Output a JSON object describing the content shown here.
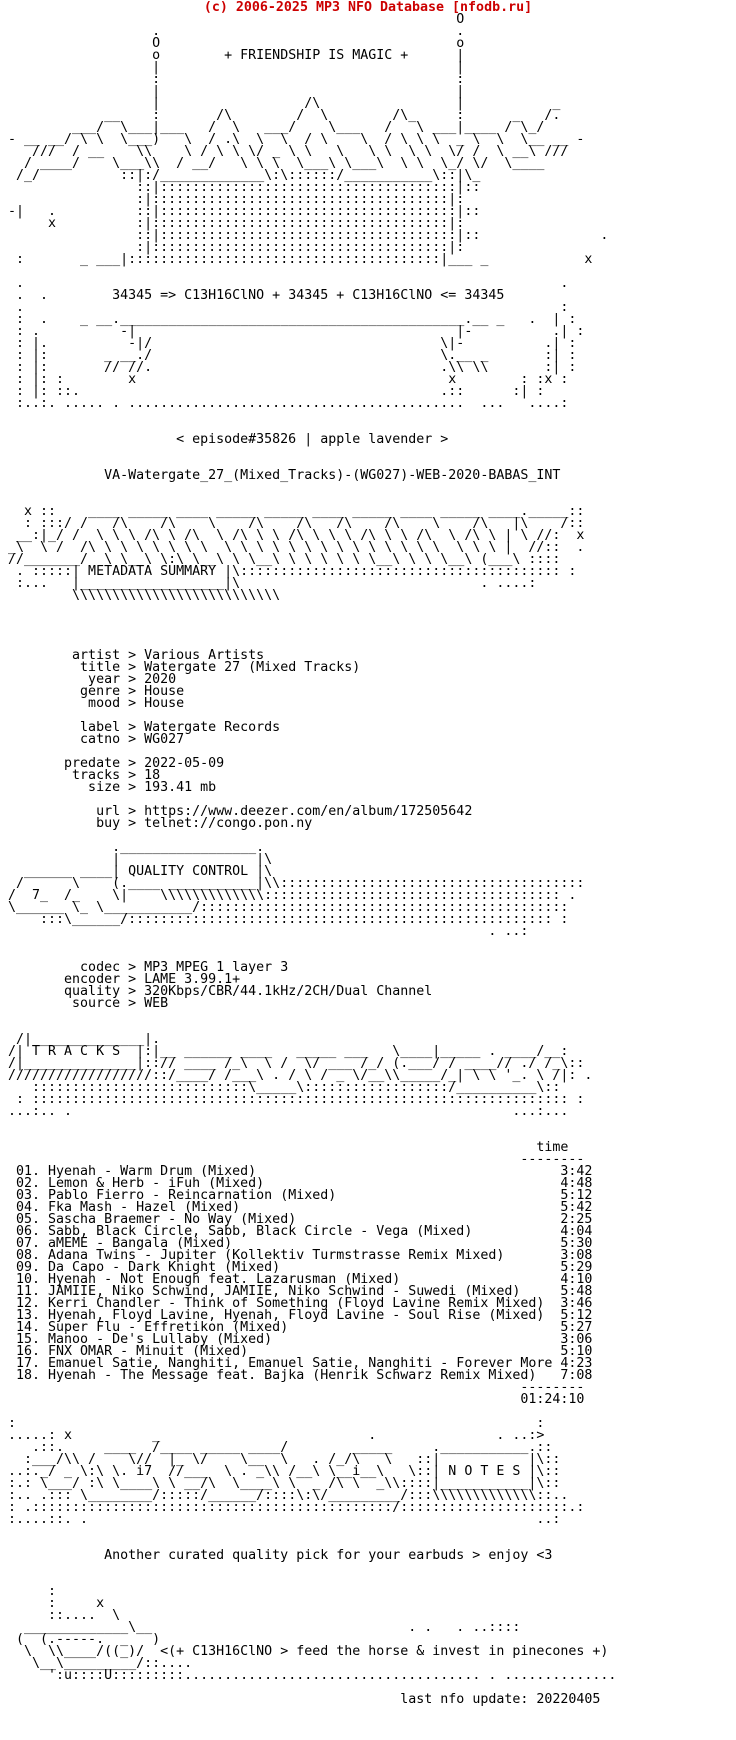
{
  "palette": {
    "background": "#ffffff",
    "text": "#000000",
    "header_red": "#cc0000"
  },
  "header": {
    "copyright": "(c) 2006-2025 MP3 NFO Database [nfodb.ru]"
  },
  "banner": {
    "tagline": "+ FRIENDSHIP IS MAGIC +",
    "formula": "34345 => C13H16ClNO + 34345 + C13H16ClNO <= 34345",
    "episode": "< episode#35826 | apple lavender >",
    "release_name": "VA-Watergate_27_(Mixed_Tracks)-(WG027)-WEB-2020-BABAS_INT"
  },
  "sections": {
    "metadata_summary": {
      "title": "METADATA SUMMARY",
      "groups": [
        [
          {
            "label": "artist",
            "value": "Various Artists"
          },
          {
            "label": "title",
            "value": "Watergate 27 (Mixed Tracks)"
          },
          {
            "label": "year",
            "value": "2020"
          },
          {
            "label": "genre",
            "value": "House"
          },
          {
            "label": "mood",
            "value": "House"
          }
        ],
        [
          {
            "label": "label",
            "value": "Watergate Records"
          },
          {
            "label": "catno",
            "value": "WG027"
          }
        ],
        [
          {
            "label": "predate",
            "value": "2022-05-09"
          },
          {
            "label": "tracks",
            "value": "18"
          },
          {
            "label": "size",
            "value": "193.41 mb"
          }
        ],
        [
          {
            "label": "url",
            "value": "https://www.deezer.com/en/album/172505642"
          },
          {
            "label": "buy",
            "value": "telnet://congo.pon.ny"
          }
        ]
      ]
    },
    "quality_control": {
      "title": "QUALITY CONTROL",
      "groups": [
        [
          {
            "label": "codec",
            "value": "MP3 MPEG 1 layer 3"
          },
          {
            "label": "encoder",
            "value": "LAME 3.99.1+"
          },
          {
            "label": "quality",
            "value": "320Kbps/CBR/44.1kHz/2CH/Dual Channel"
          },
          {
            "label": "source",
            "value": "WEB"
          }
        ]
      ]
    },
    "tracks": {
      "box_title": "T R A C K S",
      "time_header": "time",
      "items": [
        {
          "no": "01",
          "title": "Hyenah - Warm Drum (Mixed)",
          "time": "3:42"
        },
        {
          "no": "02",
          "title": "Lemon & Herb - iFuh (Mixed)",
          "time": "4:48"
        },
        {
          "no": "03",
          "title": "Pablo Fierro - Reincarnation (Mixed)",
          "time": "5:12"
        },
        {
          "no": "04",
          "title": "Fka Mash - Hazel (Mixed)",
          "time": "5:42"
        },
        {
          "no": "05",
          "title": "Sascha Braemer - No Way (Mixed)",
          "time": "2:25"
        },
        {
          "no": "06",
          "title": "Sabb, Black Circle, Sabb, Black Circle - Vega (Mixed)",
          "time": "4:04"
        },
        {
          "no": "07",
          "title": "aMEME - Bangala (Mixed)",
          "time": "5:30"
        },
        {
          "no": "08",
          "title": "Adana Twins - Jupiter (Kollektiv Turmstrasse Remix Mixed)",
          "time": "3:08"
        },
        {
          "no": "09",
          "title": "Da Capo - Dark Knight (Mixed)",
          "time": "5:29"
        },
        {
          "no": "10",
          "title": "Hyenah - Not Enough feat. Lazarusman (Mixed)",
          "time": "4:10"
        },
        {
          "no": "11",
          "title": "JAMIIE, Niko Schwind, JAMIIE, Niko Schwind - Suwedi (Mixed)",
          "time": "5:48"
        },
        {
          "no": "12",
          "title": "Kerri Chandler - Think of Something (Floyd Lavine Remix Mixed)",
          "time": "3:46"
        },
        {
          "no": "13",
          "title": "Hyenah, Floyd Lavine, Hyenah, Floyd Lavine - Soul Rise (Mixed)",
          "time": "5:12"
        },
        {
          "no": "14",
          "title": "Super Flu - Effretikon (Mixed)",
          "time": "5:27"
        },
        {
          "no": "15",
          "title": "Manoo - De's Lullaby (Mixed)",
          "time": "3:06"
        },
        {
          "no": "16",
          "title": "FNX OMAR - Minuit (Mixed)",
          "time": "5:10"
        },
        {
          "no": "17",
          "title": "Emanuel Satie, Nanghiti, Emanuel Satie, Nanghiti - Forever More",
          "time": "4:23"
        },
        {
          "no": "18",
          "title": "Hyenah - The Message feat. Bajka (Henrik Schwarz Remix Mixed)",
          "time": "7:08"
        }
      ],
      "total_time": "01:24:10"
    },
    "notes": {
      "box_title": "N O T E S",
      "text": "Another curated quality pick for your earbuds > enjoy <3"
    }
  },
  "footer": {
    "horse_caption": "<(+ C13H16ClNO > feed the horse & invest in pinecones +)",
    "last_update": "last nfo update: 20220405"
  },
  "ascii_art": {
    "top": [
      "                                                         O",
      "                   .                                     .",
      "                   O                                     o",
      "                   o        {tagline}      |",
      "                   |                                     |",
      "                   :                                     :",
      "                   |                                     |",
      "                   |                  /\\                 |           _",
      "             __    :       /\\        /  \\        /\\_     :      _   /.",
      "         ___/  \\___|___   /  \\   ___/    \\___   /   \\ ___|____ / \\_/",
      " - __ __/ \\ \\  \\___)   \\  / .\\  \\  \\  / \\    \\  / \\ \\ \\  _ \\  \\  \\__ __ -",
      "    ///  / __    \\\\    \\ / \\ \\ \\/ _ \\ \\   \\   \\ \\  \\ \\  \\/ /  \\ __\\ ///",
      "   / ____/    \\___\\\\  / __/   \\ \\ \\  \\___\\ \\___\\  \\ \\  \\_/ \\/  \\____",
      "  /_/          ::|:/_____________\\:\\::::::/___________\\::|\\_",
      "                 ::|:::::::::::::::::::::::::::::::::::::|::",
      "                 :|:::::::::::::::::::::::::::::::::::::|:",
      " -|   .          ::|:::::::::::::::::::::::::::::::::::::|::",
      "      x          :|:::::::::::::::::::::::::::::::::::::|:",
      "                 ::|:::::::::::::::::::::::::::::::::::::|::               .",
      "                 :|:::::::::::::::::::::::::::::::::::::|:",
      "  :       _ ___|:::::::::::::::::::::::::::::::::::::::|___ _            x"
    ],
    "bridge": [
      "",
      "  .                                                                   .",
      "  .  .        {formula}",
      "  .                                                                   :",
      "  :  .    _ __.___________________________________________.__ _   .  | :",
      "  : .          -|                                        |-          .| :",
      "  : |.          -|/                                    \\|-          .| :",
      "  : |:       _ __./                                    \\.__ _       :| :",
      "  : |:       // //.                                    .\\\\ \\\\       :| :",
      "  : |: :        x                                       x        : :x :",
      "  : |: ::.                                             .::      :| :",
      "  :..:. ..... . ..........................................  ...   ....:"
    ],
    "metadata_banner": [
      "   x ::    ____ _____ ____ _____ _____ ____ _____ ____ _____ ____._____::",
      "   : :::/ /   /\\    /\\    \\    /\\    /\\   /\\    /\\    \\    /\\   |\\    /::",
      "  __:|_/ /  \\ \\ \\ /\\ \\ /\\  \\ /\\ \\ \\ /\\ \\ \\ \\ /\\ \\ \\ /\\  \\ /\\ \\ | \\ //:  x",
      " _\\  \\ /  /\\ \\ \\ \\ \\ \\ \\ \\  \\ \\ \\ \\ \\ \\ \\ \\ \\ \\ \\ \\ \\ \\  \\ \\ \\ |  //::  .",
      " //_______/  \\ \\__\\ \\:\\ \\__\\ \\ \\__\\ \\ \\ \\ \\ \\ \\__\\ \\ \\ \\__\\ (___\\ ::::",
      "  . :::::| {metadata_title} |\\:::::::::::::::::::::::::::::::::::::::: :",
      "  :...   |__________________|\\                              . ....:",
      "         \\\\\\\\\\\\\\\\\\\\\\\\\\\\\\\\\\\\\\\\\\\\\\\\\\\\"
    ],
    "quality_banner": [
      "              ._________________.",
      "              |                 |\\",
      "   ______ ____| {quality_title} |\\",
      "  /      \\    (.____ ___________|\\\\::::::::::::::::::::::::::::::::::::::",
      " /  7_  /_    \\|    \\\\\\\\\\\\\\\\\\\\\\\\\\::::::::::::::::::::::::::::::::::::: .",
      " \\______ \\_ \\___________/::::::::::::::::::::::::::::::::::::::::::::::",
      "     :::\\______/::::::::::::::::::::::::::::::::::::::::::::::::::::: :",
      "                                                             . ..:"
    ],
    "tracks_banner": [
      "  /|______________|.",
      " /| {tracks_title}  |:|__ ______ ____   _____ ___   \\____|_____ . ____/__:",
      " /|______________|::// ____ /_\\  \\ /  \\/ ___ /_/ (.___/ / ____// ./ /_\\::",
      " //////////////////::/____/ /___\\ . / \\ / _ \\/__\\\\_____/_| \\ \\ '_. \\ /|: .",
      "    :::::::::::::::::::::::::::\\_____\\::::::::::::::::::/__________\\::",
      "  : ::::::::::::::::::::::::::::::::::::::::::::::::::::::::::::::::::: :",
      " ...:.. .                                                       ...:..."
    ],
    "notes_banner": [
      " :                                                                 :",
      " .....: x          _                          .               . ..:>",
      "    .::.     ____  /____ _____ ____/        _____     .___________.::",
      "   :___/\\\\ /    \\//  |_ \\/    \\__  \\   . /_/\\   \\   ::|           |\\::",
      " ..:._/ _ \\:\\ \\. i7  //___  \\ . _\\\\ /__\\ \\__i__\\   \\::| {notes_title} |\\::",
      " :.: \\___/ :\\ \\____\\ \\ __/\\  \\____\\ \\  _ /\\ \\  _\\\\::::|___________|\\::",
      " :.. .::: \\________/:::::/______/::::\\:\\/_________/:::\\\\\\\\\\\\\\\\\\\\\\\\\\::..",
      " : .:::::::::::::::::::::::::::::::::::::::::::::/:::::::::::::::::::::.:",
      " :....::. .                                                        ..:"
    ],
    "horse": [
      "      :",
      "      :     x",
      "      ::....  \\",
      "   _____________\\__                                . .   . ..::::",
      "  (  (.-----.  _   )",
      "   \\  \\\\____/((_)/  {horse_caption}",
      "    \\__\\_________/::....",
      "      ':u::::U:::::::::..................................... . .............."
    ]
  }
}
